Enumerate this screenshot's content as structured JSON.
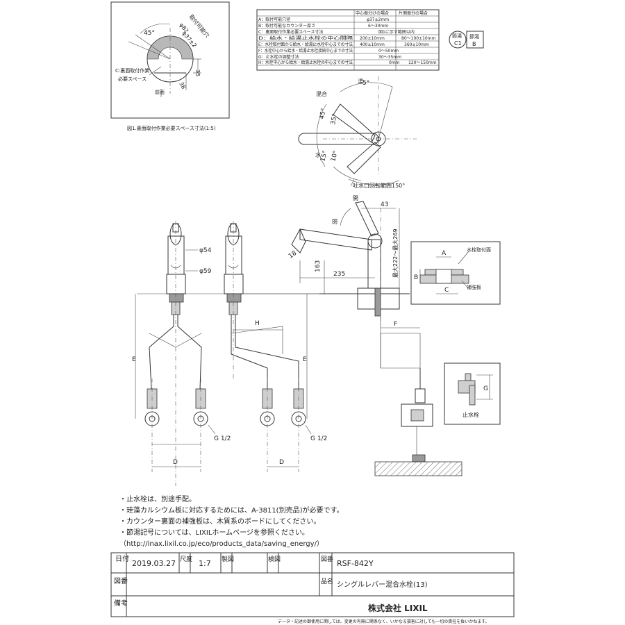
{
  "detail_box": {
    "angle": "45°",
    "diameter": "φ82",
    "mount_hole_label": "取付可能穴",
    "mount_hole_dim": "φ37±2",
    "dim_35": "35",
    "dim_38": "38",
    "c_label_1": "C:裏面取付作業",
    "c_label_2": "必要スペース",
    "front": "前面",
    "caption": "図1.裏面取付作業必要スペース寸法(1:5)"
  },
  "spec_table": {
    "headers": [
      "",
      "中心振分けの場合",
      "片側振分の場合"
    ],
    "rows": [
      [
        "A：取付可能穴径",
        "φ37±2mm",
        ""
      ],
      [
        "B：取付可能なカウンター厚さ",
        "6～30mm",
        ""
      ],
      [
        "C：裏面取付作業必要スペース寸法",
        "図1に示す範囲以内",
        ""
      ],
      [
        "D：給水・給湯止水栓の中心間隔",
        "200±10mm",
        "80～100±10mm"
      ],
      [
        "E：水栓取付面から給水・給湯止水栓中心までの寸法",
        "400±10mm",
        "360±10mm"
      ],
      [
        "F：水栓中心から給水・給湯止水栓接続中心までの寸法",
        "0～50mm",
        ""
      ],
      [
        "G：止水栓の調整寸法",
        "30～35mm",
        ""
      ],
      [
        "H：水栓中心から給水・給湯止水栓の中心までの寸法",
        "0mm",
        "120～150mm"
      ]
    ]
  },
  "badges": {
    "b1_top": "節湯",
    "b1_bottom": "C1",
    "b2_top": "節湯",
    "b2_bottom": "B"
  },
  "top_view": {
    "angle_5": "5°",
    "angle_45": "45°",
    "angle_35": "35°",
    "angle_15": "15°",
    "angle_10": "10°",
    "hot": "湯",
    "mix": "混合",
    "cold": "水",
    "rotation": "吐水口回転範囲150°"
  },
  "side_view": {
    "open": "開",
    "close": "閉",
    "dim_43": "43",
    "dim_18": "18",
    "dim_163": "163",
    "dim_235": "235",
    "dim_height": "最大222～最大269",
    "mount_surface": "水栓取付面",
    "reinforcement": "補強板",
    "label_a": "A",
    "label_b": "B",
    "label_c": "C",
    "label_f": "F",
    "label_g": "G",
    "stop_valve": "止水栓"
  },
  "front_views": {
    "phi54": "φ54",
    "phi59": "φ59",
    "label_e1": "E",
    "label_e2": "E",
    "label_h": "H",
    "label_d1": "D",
    "label_d2": "D",
    "g12_1": "G 1/2",
    "g12_2": "G 1/2"
  },
  "notes": [
    "・止水栓は、別途手配。",
    "・珪藻カルシウム板に対応するためには、A-3811(別売品)が必要です。",
    "・カウンター裏面の補強板は、木質系のボードにしてください。",
    "・節湯記号については、LIXILホームページを参照ください。",
    "（http://inax.lixil.co.jp/eco/products_data/saving_energy/）"
  ],
  "title_block": {
    "date_label": "日付",
    "date": "2019.03.27",
    "scale_label": "尺度",
    "scale": "1:7",
    "drawn_label": "製図",
    "checked_label": "検図",
    "drawing_no_label": "図番",
    "drawing_no": "RSF-842Y",
    "drawing_label": "図番",
    "name_label": "品名",
    "name": "シングルレバー混合水栓(13)",
    "remarks_label": "備考",
    "company": "株式会社 LIXIL",
    "footnote": "データ・記述の御使用に関しては、変更の有無に関係なく、いかなる損害に対しても一切の責任を負いかねます。"
  }
}
